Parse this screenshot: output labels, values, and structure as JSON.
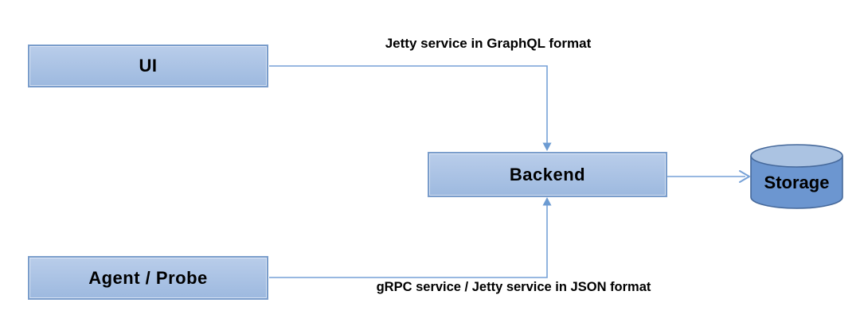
{
  "diagram": {
    "nodes": {
      "ui": {
        "label": "UI"
      },
      "agent": {
        "label": "Agent / Probe"
      },
      "backend": {
        "label": "Backend"
      },
      "storage": {
        "label": "Storage"
      }
    },
    "edges": {
      "ui_backend": {
        "label": "Jetty service in GraphQL format"
      },
      "agent_backend": {
        "label": "gRPC service / Jetty service in JSON format"
      },
      "backend_storage": {
        "label": ""
      }
    },
    "colors": {
      "background": "#ffffff",
      "box_fill_top": "#b9cdea",
      "box_fill_bottom": "#9db9df",
      "box_border": "#7a9dcb",
      "connector": "#76a1d7",
      "arrow_fill": "#6c9bd2",
      "cylinder_body": "#6c96d0",
      "cylinder_top": "#abc3e2",
      "cylinder_border": "#46699b",
      "text": "#000000"
    }
  }
}
